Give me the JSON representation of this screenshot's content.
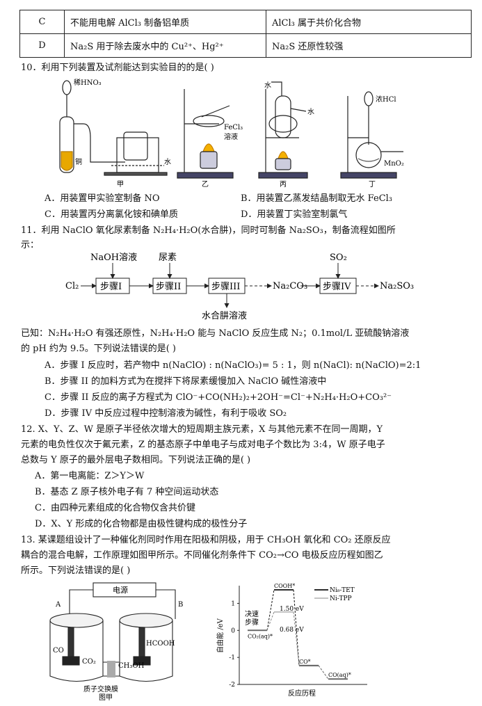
{
  "table": {
    "rows": [
      {
        "key": "C",
        "a": "不能用电解 AlCl₃ 制备铝单质",
        "b": "AlCl₃ 属于共价化合物"
      },
      {
        "key": "D",
        "a": "Na₂S 用于除去废水中的 Cu²⁺、Hg²⁺",
        "b": "Na₂S 还原性较强"
      }
    ]
  },
  "q10": {
    "stem": "10．利用下列装置及试剂能达到实验目的的是(      )",
    "labels": {
      "hno3": "稀HNO₃",
      "cu": "铜",
      "water1": "水",
      "jia": "甲",
      "fecl3": "FeCl₃",
      "rongye": "溶液",
      "yi": "乙",
      "water_in": "水",
      "water_out": "水",
      "bing": "丙",
      "hcl": "浓HCl",
      "mno2": "MnO₂",
      "ding": "丁"
    },
    "options": {
      "A": "A．用装置甲实验室制备 NO",
      "B": "B．用装置乙蒸发结晶制取无水 FeCl₃",
      "C": "C．用装置丙分离氯化铵和碘单质",
      "D": "D．用装置丁实验室制氯气"
    }
  },
  "q11": {
    "stem1": "11．利用 NaClO 氧化尿素制备 N₂H₄·H₂O(水合肼)，同时可制备 Na₂SO₃，制备流程如图所",
    "stem2": "示：",
    "flow": {
      "cl2": "Cl₂",
      "naoh": "NaOH溶液",
      "urea": "尿素",
      "so2": "SO₂",
      "s1": "步骤I",
      "s2": "步骤II",
      "s3": "步骤III",
      "s4": "步骤IV",
      "na2co3": "Na₂CO₃",
      "na2so3": "Na₂SO₃",
      "hydrazine": "水合肼溶液"
    },
    "known1": "已知：N₂H₄·H₂O 有强还原性，N₂H₄·H₂O 能与 NaClO 反应生成 N₂；0.1mol/L 亚硫酸钠溶液",
    "known2": "的 pH 约为 9.5。下列说法错误的是(      )",
    "options": {
      "A": "A．步骤 I 反应时，若产物中 n(NaClO) : n(NaClO₃)= 5 : 1，则 n(NaCl): n(NaClO)=2:1",
      "B": "B．步骤 II 的加料方式为在搅拌下将尿素缓慢加入 NaClO 碱性溶液中",
      "C": "C．步骤 II 反应的离子方程式为 ClO⁻+CO(NH₂)₂+2OH⁻=Cl⁻+N₂H₄·H₂O+CO₃²⁻",
      "D": "D．步骤 IV 中反应过程中控制溶液为碱性，有利于吸收 SO₂"
    }
  },
  "q12": {
    "l1": "12.  X、Y、Z、W 是原子半径依次增大的短周期主族元素，X 与其他元素不在同一周期，Y",
    "l2": "元素的电负性仅次于氟元素，Z 的基态原子中单电子与成对电子个数比为 3:4，W 原子电子",
    "l3": "总数与 Y 原子的最外层电子数相同。下列说法正确的是(      )",
    "options": {
      "A": "A．第一电离能：Z＞Y＞W",
      "B": "B．基态 Z 原子核外电子有 7 种空间运动状态",
      "C": "C．由四种元素组成的化合物仅含共价键",
      "D": "D．X、Y 形成的化合物都是由极性键构成的极性分子"
    }
  },
  "q13": {
    "l1": "13. 某课题组设计了一种催化剂同时作用在阳极和阴极，用于 CH₃OH 氧化和 CO₂ 还原反应",
    "l2": "耦合的混合电解，工作原理如图甲所示。不同催化剂条件下 CO₂→CO 电极反应历程如图乙",
    "l3": "所示。下列说法错误的是(      )",
    "fig1": {
      "power": "电源",
      "a": "A",
      "b": "B",
      "co": "CO",
      "co2": "CO₂",
      "hcooh": "HCOOH",
      "ch3oh": "CH₃OH",
      "membrane": "质子交换膜",
      "caption": "图甲"
    }
  },
  "chart_data": {
    "type": "line",
    "xlabel": "反应历程",
    "ylabel": "自由能 /eV",
    "ylim": [
      -2,
      1.5
    ],
    "yticks": [
      "1",
      "0",
      "-1",
      "-2"
    ],
    "series": [
      {
        "name": "Ni₈-TET",
        "states": [
          "CO₂(aq)*",
          "COOH*",
          "CO*",
          "CO(aq)*"
        ],
        "values": [
          0.0,
          1.5,
          -1.3,
          -1.8
        ]
      },
      {
        "name": "Ni-TPP",
        "states": [
          "CO₂(aq)*",
          "COOH*",
          "CO*",
          "CO(aq)*"
        ],
        "values": [
          0.0,
          0.68,
          -1.3,
          -1.8
        ]
      }
    ],
    "annotations": [
      "1.50 eV",
      "0.68 eV",
      "决速",
      "步骤"
    ]
  }
}
